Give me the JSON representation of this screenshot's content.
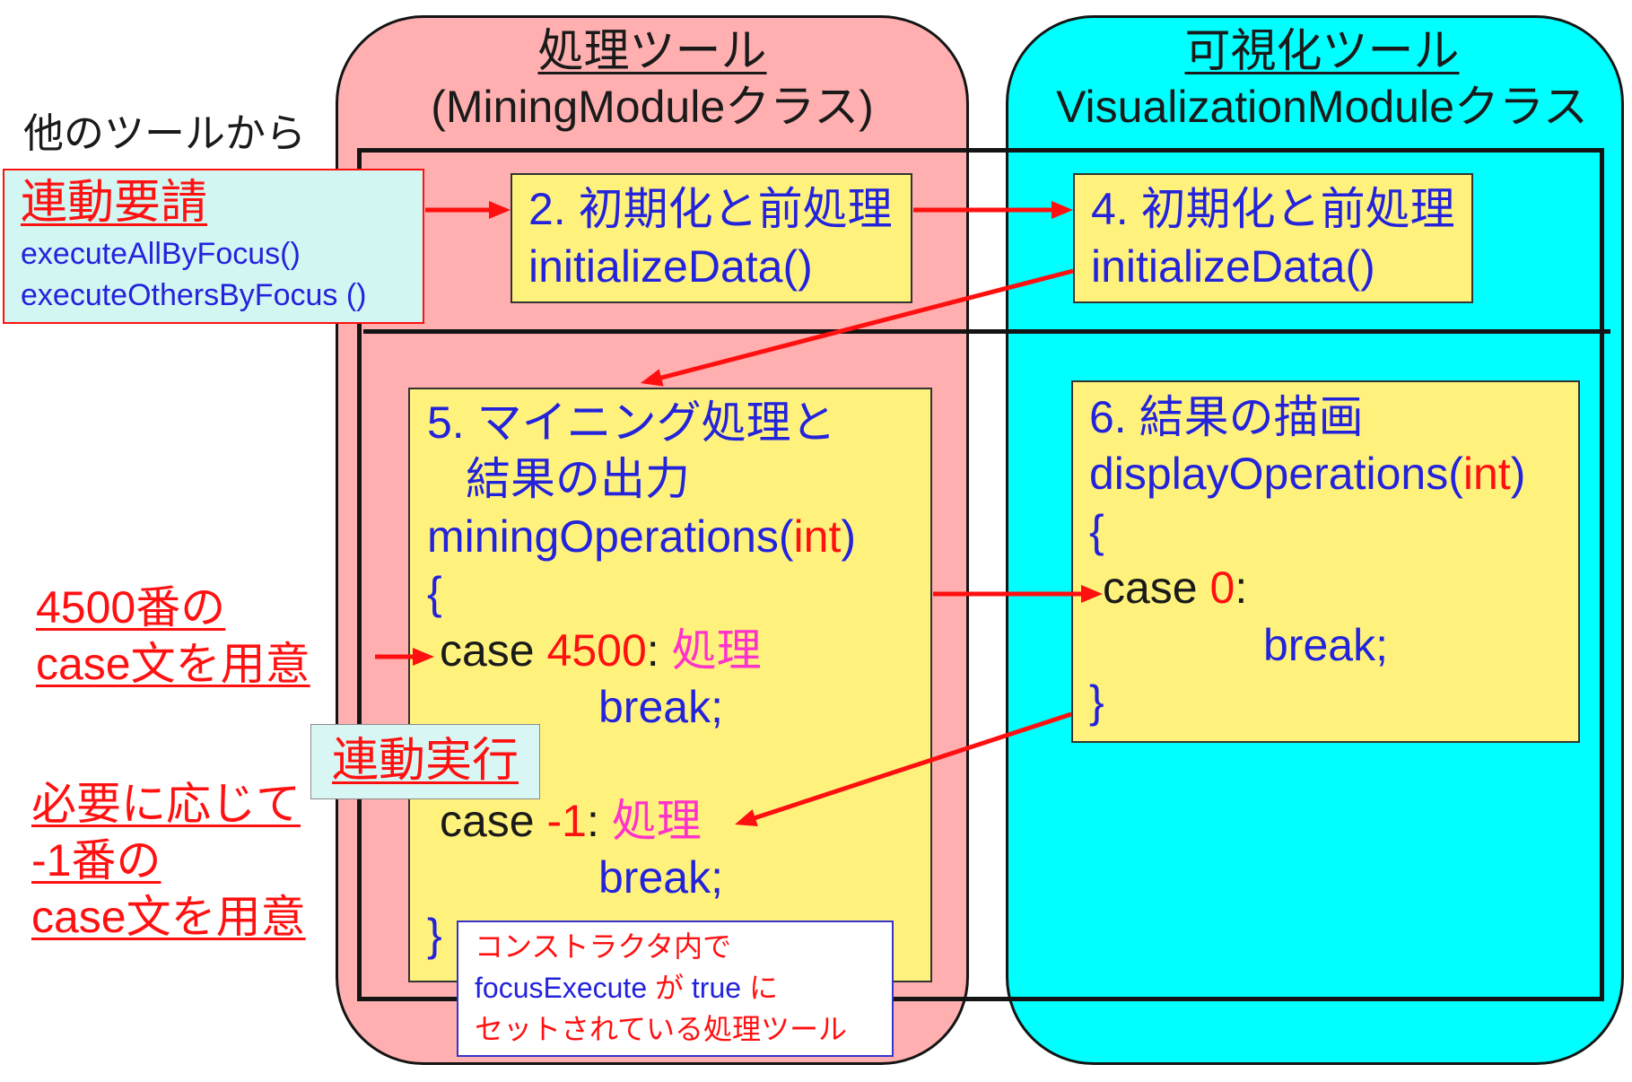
{
  "colors": {
    "processing_panel": "#ffafaf",
    "visualization_panel": "#00ffff",
    "step_box": "#fff27c",
    "request_box": "#d2f6f2",
    "linked_box": "#d8f6f3",
    "note_box": "#ffffff",
    "note_border": "#3535cc",
    "frame": "#141414",
    "text_blue": "#2323dc",
    "text_red": "#ff1111",
    "text_magenta": "#ff33cc",
    "text_dark": "#1a1a1a",
    "arrow": "#ff0f0f"
  },
  "processing_tool": {
    "title": "処理ツール",
    "class_name": "(MiningModuleクラス)"
  },
  "visualization_tool": {
    "title": "可視化ツール",
    "class_name": "VisualizationModuleクラス"
  },
  "from_other_tools": "他のツールから",
  "link_request": {
    "label": "連動要請",
    "methods": [
      "executeAllByFocus()",
      "executeOthersByFocus ()"
    ]
  },
  "step2": {
    "title": "2. 初期化と前処理",
    "method": "initializeData()"
  },
  "step4": {
    "title": "4. 初期化と前処理",
    "method": "initializeData()"
  },
  "step5": {
    "title": "5. マイニング処理と",
    "title_cont": "結果の出力",
    "method_name": "miningOperations(",
    "param_type": "int",
    "paren_close": ")",
    "brace_open": "{",
    "cases": [
      {
        "keyword": "case",
        "value": "4500",
        "colon": ":",
        "action": "処理",
        "break": "break;"
      },
      {
        "keyword": "case",
        "value": "-1",
        "colon": ":",
        "action": "処理",
        "break": "break;"
      }
    ],
    "brace_close": "}"
  },
  "step6": {
    "title": "6. 結果の描画",
    "method_name": "displayOperations(",
    "param_type": "int",
    "paren_close": ")",
    "brace_open": "{",
    "case": {
      "keyword": "case",
      "value": "0",
      "colon": ":",
      "break": "break;"
    },
    "brace_close": "}"
  },
  "note_case_4500": [
    "4500番の",
    "case文を用意"
  ],
  "note_case_minus1": [
    "必要に応じて",
    "-1番の",
    "case文を用意"
  ],
  "linked_execution": "連動実行",
  "constructor_note": {
    "line1": "コンストラクタ内で",
    "line2": {
      "field": "focusExecute",
      "particle_ga": "が",
      "value": "true",
      "particle_ni": "に"
    },
    "line3": "セットされている処理ツール"
  }
}
